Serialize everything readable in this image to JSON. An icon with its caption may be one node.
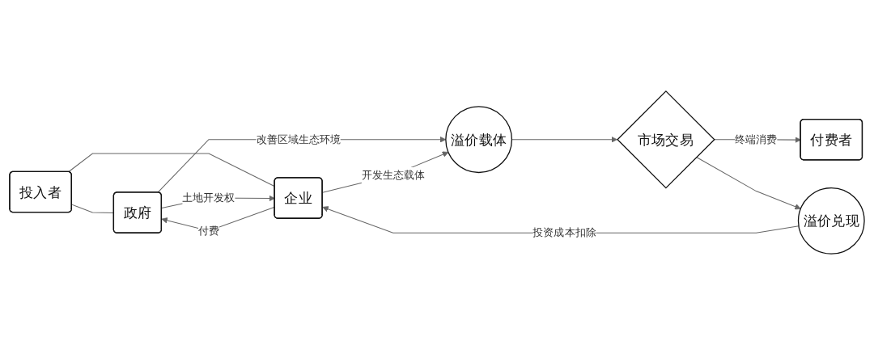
{
  "diagram": {
    "nodes": [
      {
        "text": [
          "投入者"
        ]
      },
      {
        "text": [
          "政府"
        ]
      },
      {
        "text": [
          "企业"
        ]
      },
      {
        "text": [
          "溢价载体"
        ]
      },
      {
        "text": [
          "市场交易"
        ]
      },
      {
        "text": [
          "付费者"
        ]
      },
      {
        "text": [
          "溢价兑现"
        ]
      }
    ],
    "edges": [
      {
        "from": 0,
        "to": 1,
        "arrow": "none"
      },
      {
        "from": 0,
        "to": 2,
        "arrow": "none"
      },
      {
        "from": 1,
        "to": 2,
        "label": "土地开发权",
        "arrow": "to"
      },
      {
        "from": 2,
        "to": 1,
        "label": "付费",
        "arrow": "to"
      },
      {
        "from": 1,
        "to": 3,
        "label": "改善区域生态环境",
        "arrow": "to"
      },
      {
        "from": 2,
        "to": 3,
        "label": "开发生态载体",
        "arrow": "to"
      },
      {
        "from": 3,
        "to": 4,
        "arrow": "to"
      },
      {
        "from": 4,
        "to": 5,
        "label": "终端消费",
        "arrow": "to"
      },
      {
        "from": 4,
        "to": 6,
        "arrow": "to"
      },
      {
        "from": 6,
        "to": 2,
        "label": "投资成本扣除",
        "arrow": "to"
      }
    ]
  }
}
